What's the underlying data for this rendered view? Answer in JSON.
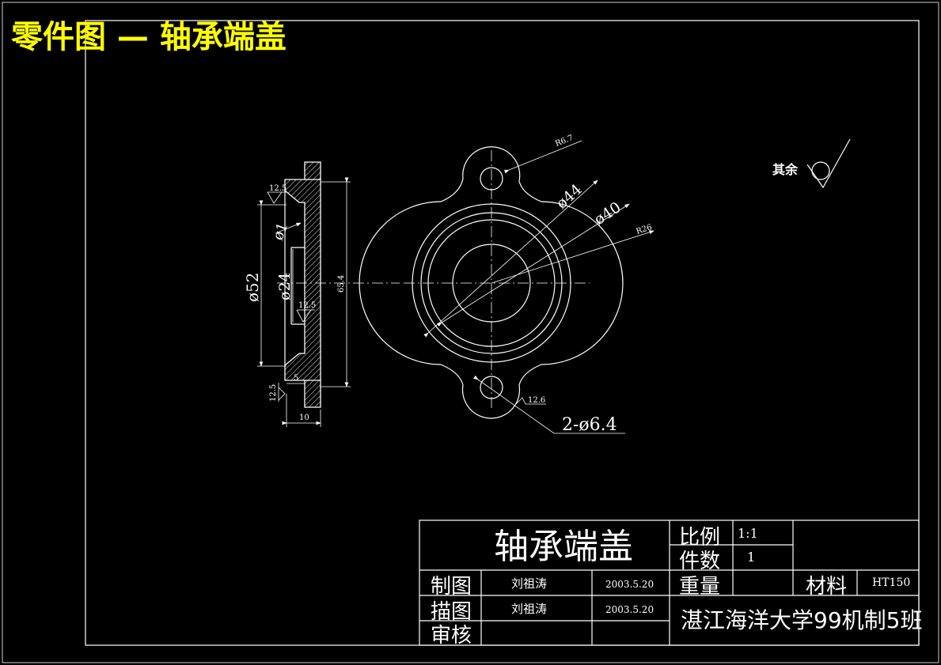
{
  "slide_title": "零件图 — 轴承端盖",
  "drawing": {
    "surface_note": "其余",
    "dims": {
      "r67": "R6.7",
      "d44": "ø44",
      "d40": "ø40",
      "r26": "R26",
      "holes": "2-ø6.4",
      "rough_hole": "12.6",
      "rough_top": "12.5",
      "d1": "ø1",
      "d52": "ø52",
      "d24": "ø24",
      "rough_mid": "12.5",
      "h654": "65.4",
      "w5": "5",
      "rough_bot": "12.5",
      "w10": "10"
    }
  },
  "title_block": {
    "part_name": "轴承端盖",
    "scale_label": "比例",
    "scale_value": "1:1",
    "qty_label": "件数",
    "qty_value": "1",
    "weight_label": "重量",
    "material_label": "材料",
    "material_value": "HT150",
    "drawn_label": "制图",
    "drawn_name": "刘祖涛",
    "drawn_date": "2003.5.20",
    "traced_label": "描图",
    "traced_name": "刘祖涛",
    "traced_date": "2003.5.20",
    "review_label": "审核",
    "school": "湛江海洋大学99机制5班"
  }
}
